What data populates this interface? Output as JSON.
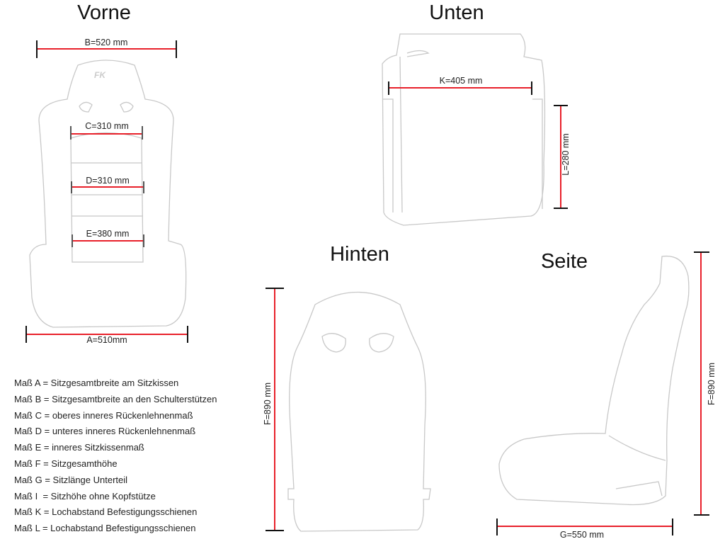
{
  "views": {
    "front": "Vorne",
    "bottom": "Unten",
    "back": "Hinten",
    "side": "Seite"
  },
  "dimensions": {
    "A": "A=510mm",
    "B": "B=520 mm",
    "C": "C=310 mm",
    "D": "D=310 mm",
    "E": "E=380 mm",
    "F_back": "F=890 mm",
    "F_side": "F=890 mm",
    "G": "G=550 mm",
    "K": "K=405 mm",
    "L": "L=280 mm"
  },
  "legend": [
    "Maß A = Sitzgesamtbreite am Sitzkissen",
    "Maß B = Sitzgesamtbreite an den Schulterstützen",
    "Maß C = oberes inneres Rückenlehnenmaß",
    "Maß D = unteres inneres Rückenlehnenmaß",
    "Maß E = inneres Sitzkissenmaß",
    "Maß F = Sitzgesamthöhe",
    "Maß G = Sitzlänge Unterteil",
    "Maß I  = Sitzhöhe ohne Kopfstütze",
    "Maß K = Lochabstand Befestigungsschienen",
    "Maß L = Lochabstand Befestigungsschienen"
  ],
  "colors": {
    "dimension_line": "#e8202a",
    "tick": "#111111",
    "outline": "#c8c8c8"
  }
}
